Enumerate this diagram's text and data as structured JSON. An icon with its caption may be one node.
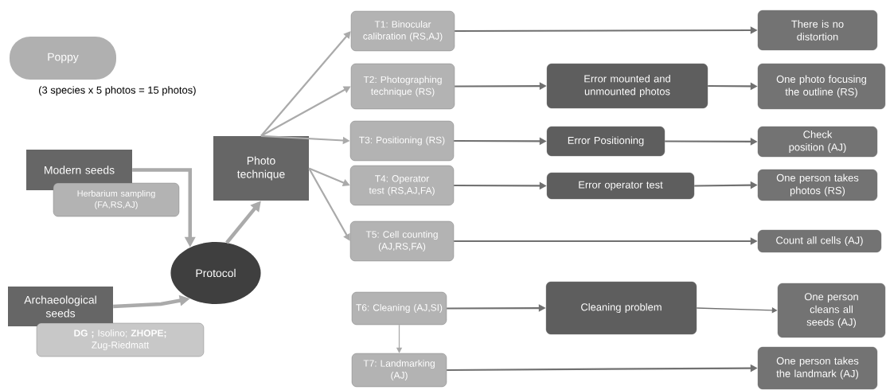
{
  "diagram": {
    "nodes": [
      {
        "text": [
          "Poppy"
        ],
        "beside": [
          "(3 species x 5 photos = 15 photos)"
        ]
      },
      {
        "text": [
          "Modern seeds"
        ]
      },
      {
        "text": [
          "Herbarium sampling (FA,RS,AJ)"
        ]
      },
      {
        "text": [
          "Photo technique"
        ]
      },
      {
        "text": [
          "Protocol"
        ]
      },
      {
        "text": [
          "Archaeological seeds"
        ]
      },
      {
        "text": [
          "**DG ;** Isolino; **ZHOPE;** Zug-Riedmatt"
        ]
      },
      {
        "text": [
          "T1: Binocular calibration (RS,AJ)"
        ]
      },
      {
        "text": [
          "There is no distortion"
        ]
      },
      {
        "text": [
          "T2: Photographing technique (RS)"
        ]
      },
      {
        "text": [
          "Error mounted and unmounted photos"
        ]
      },
      {
        "text": [
          "One photo focusing the outline (RS)"
        ]
      },
      {
        "text": [
          "T3: Positioning (RS)"
        ]
      },
      {
        "text": [
          "Error Positioning"
        ]
      },
      {
        "text": [
          "Check position (AJ)"
        ]
      },
      {
        "text": [
          "T4: Operator test (RS,AJ,FA)"
        ]
      },
      {
        "text": [
          "Error operator test"
        ]
      },
      {
        "text": [
          "One person takes photos (RS)"
        ]
      },
      {
        "text": [
          "T5: Cell counting (AJ,RS,FA)"
        ]
      },
      {
        "text": [
          "Count all cells (AJ)"
        ]
      },
      {
        "text": [
          "T6: Cleaning (AJ,SI)"
        ]
      },
      {
        "text": [
          "Cleaning problem"
        ]
      },
      {
        "text": [
          "One person cleans all seeds (AJ)"
        ]
      },
      {
        "text": [
          "T7: Landmarking (AJ)"
        ]
      },
      {
        "text": [
          "One person takes the landmark (AJ)"
        ]
      }
    ],
    "edges": [
      {
        "from": 1,
        "to": 4,
        "arrow": "to",
        "style": "thick",
        "color": "#aaaaaa"
      },
      {
        "from": 5,
        "to": 4,
        "arrow": "to",
        "style": "thick",
        "color": "#aaaaaa"
      },
      {
        "from": 4,
        "to": 3,
        "arrow": "to",
        "style": "thick",
        "color": "#aaaaaa"
      },
      {
        "from": 3,
        "to": 7,
        "arrow": "to",
        "color": "#aaaaaa"
      },
      {
        "from": 3,
        "to": 9,
        "arrow": "to",
        "color": "#aaaaaa"
      },
      {
        "from": 3,
        "to": 12,
        "arrow": "to",
        "color": "#aaaaaa"
      },
      {
        "from": 3,
        "to": 15,
        "arrow": "to",
        "color": "#aaaaaa"
      },
      {
        "from": 3,
        "to": 18,
        "arrow": "to",
        "color": "#aaaaaa"
      },
      {
        "from": 7,
        "to": 8,
        "arrow": "to"
      },
      {
        "from": 9,
        "to": 10,
        "arrow": "to"
      },
      {
        "from": 10,
        "to": 11,
        "arrow": "to"
      },
      {
        "from": 12,
        "to": 13,
        "arrow": "to"
      },
      {
        "from": 13,
        "to": 14,
        "arrow": "to"
      },
      {
        "from": 15,
        "to": 16,
        "arrow": "to"
      },
      {
        "from": 16,
        "to": 17,
        "arrow": "to"
      },
      {
        "from": 18,
        "to": 19,
        "arrow": "to"
      },
      {
        "from": 20,
        "to": 21,
        "arrow": "to"
      },
      {
        "from": 21,
        "to": 22,
        "arrow": "to"
      },
      {
        "from": 20,
        "to": 23,
        "arrow": "to",
        "color": "#aaaaaa"
      },
      {
        "from": 23,
        "to": 24,
        "arrow": "to"
      }
    ]
  }
}
